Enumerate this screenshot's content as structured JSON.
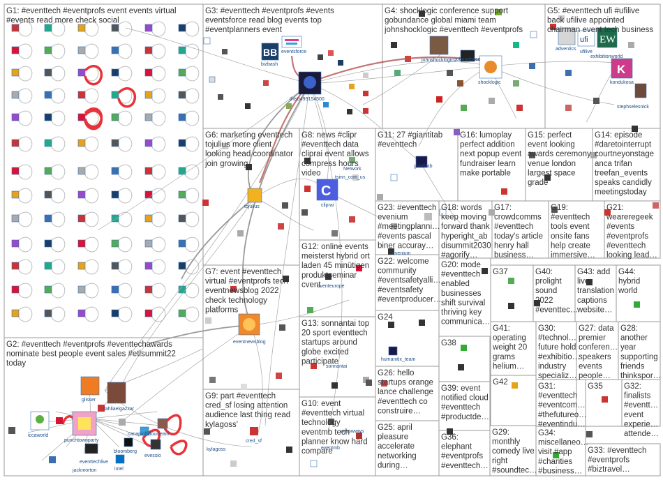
{
  "groups": [
    {
      "id": "G1",
      "lines": [
        "G1: #eventtech #eventprofs event events virtual",
        "#events read more check social"
      ]
    },
    {
      "id": "G2",
      "lines": [
        "G2: #eventtech #eventprofs #eventtechawards",
        "nominate best people event sales #etlsummit22",
        "today"
      ]
    },
    {
      "id": "G3",
      "lines": [
        "G3: #eventtech #eventprofs #events",
        "eventsforce read blog events top",
        "#eventplanners event"
      ]
    },
    {
      "id": "G4",
      "lines": [
        "G4: shocklogic conference support",
        "gobundance global miami team",
        "johnshocklogic #eventtech #eventprofs"
      ]
    },
    {
      "id": "G5",
      "lines": [
        "G5: #eventtech ufi #ufilive",
        "back ufilive appointed",
        "chairman event tech business"
      ]
    },
    {
      "id": "G6",
      "lines": [
        "G6: marketing eventtech",
        "tojulius more client",
        "looking head coordinator",
        "join growing"
      ]
    },
    {
      "id": "G7",
      "lines": [
        "G7: event #eventtech",
        "virtual #eventprofs tech",
        "eventnewsblog 2022",
        "check technology",
        "platforms"
      ]
    },
    {
      "id": "G8",
      "lines": [
        "G8: news #clipr",
        "#eventtech data",
        "cliprai event allows",
        "compress hours",
        "video"
      ]
    },
    {
      "id": "G9",
      "lines": [
        "G9: part #eventtech",
        "cred_sf losing attention",
        "audience last thing read",
        "kylagoss'"
      ]
    },
    {
      "id": "G10",
      "lines": [
        "G10: event",
        "#eventtech virtual",
        "technology",
        "eventmb tech",
        "planner know hard",
        "compare"
      ]
    },
    {
      "id": "G11",
      "lines": [
        "G11: 27 #giantitab",
        "#eventtech"
      ]
    },
    {
      "id": "G12",
      "lines": [
        "G12: online events",
        "meisterst hybrid ort",
        "laden 45 minütigen",
        "produktseminar",
        "cvent"
      ]
    },
    {
      "id": "G13",
      "lines": [
        "G13: sonnantai top",
        "20 sport eventtech",
        "startups around",
        "globe excited",
        "participate"
      ]
    },
    {
      "id": "G14",
      "lines": [
        "G14: episode",
        "#daretointerrupt",
        "courtneyonstage",
        "anca trifan",
        "treefan_events",
        "speaks candidly",
        "meetingstoday"
      ]
    },
    {
      "id": "G15",
      "lines": [
        "G15: perfect",
        "event looking",
        "awards ceremony",
        "venue london",
        "largest space",
        "grade"
      ]
    },
    {
      "id": "G16",
      "lines": [
        "G16: lumoplay",
        "perfect addition",
        "next popup event",
        "fundraiser learn",
        "make portable"
      ]
    },
    {
      "id": "G17",
      "lines": [
        "G17:",
        "crowdcomms",
        "#eventtech",
        "today's article",
        "henry hall",
        "business…"
      ]
    },
    {
      "id": "G18",
      "lines": [
        "G18: words",
        "keep moving",
        "forward thank",
        "hyperight_ab",
        "disummit2030",
        "#agorify…"
      ]
    },
    {
      "id": "G19",
      "lines": [
        "G19:",
        "#eventtech",
        "tools event",
        "onsite fans",
        "help create",
        "immersive…"
      ]
    },
    {
      "id": "G20",
      "lines": [
        "G20: mode",
        "#eventtech",
        "enabled",
        "businesses",
        "shift survival",
        "thriving key",
        "communica…"
      ]
    },
    {
      "id": "G21",
      "lines": [
        "G21:",
        "weareregeek",
        "#events",
        "#eventprofs",
        "#eventtech",
        "looking lead…"
      ]
    },
    {
      "id": "G22",
      "lines": [
        "G22: welcome",
        "community",
        "#eventsafetyalli…",
        "#eventsafety",
        "#eventproducer…"
      ]
    },
    {
      "id": "G23",
      "lines": [
        "G23: #eventtech",
        "evenium",
        "#meetingplanni…",
        "#events pascal",
        "biner accuray…"
      ]
    },
    {
      "id": "G24",
      "lines": [
        "G24"
      ]
    },
    {
      "id": "G25",
      "lines": [
        "G25: april",
        "pleasure",
        "accelerate",
        "networking",
        "during…"
      ]
    },
    {
      "id": "G26",
      "lines": [
        "G26: hello",
        "startups orange",
        "lance challenge",
        "#eventtech co",
        "construire…"
      ]
    },
    {
      "id": "G27",
      "lines": [
        "G27: data",
        "premier",
        "conferen…",
        "speakers",
        "events",
        "people…"
      ]
    },
    {
      "id": "G28",
      "lines": [
        "G28:",
        "another",
        "year",
        "supporting",
        "friends",
        "thinkspor…"
      ]
    },
    {
      "id": "G29",
      "lines": [
        "G29:",
        "monthly",
        "comedy live",
        "right",
        "#soundtec…"
      ]
    },
    {
      "id": "G30",
      "lines": [
        "G30:",
        "#technol…",
        "future hold",
        "#exhibitio…",
        "industry",
        "specializ…"
      ]
    },
    {
      "id": "G31",
      "lines": [
        "G31:",
        "#eventtech",
        "#eventcom…",
        "#thefutureo…",
        "#eventindu…"
      ]
    },
    {
      "id": "G32",
      "lines": [
        "G32:",
        "finalists",
        "#eventt…",
        "event",
        "experie…",
        "attende…"
      ]
    },
    {
      "id": "G33",
      "lines": [
        "G33: #eventtech",
        "#eventprofs",
        "#biztravel…"
      ]
    },
    {
      "id": "G34",
      "lines": [
        "G34:",
        "miscellaneo…",
        "visit #app",
        "#charities",
        "#business…"
      ]
    },
    {
      "id": "G35",
      "lines": [
        "G35"
      ]
    },
    {
      "id": "G36",
      "lines": [
        "G36:",
        "elephant",
        "#eventprofs",
        "#eventtech…"
      ]
    },
    {
      "id": "G37",
      "lines": [
        "G37"
      ]
    },
    {
      "id": "G38",
      "lines": [
        "G38"
      ]
    },
    {
      "id": "G39",
      "lines": [
        "G39: event",
        "notified cloud",
        "#eventtech",
        "#productde…"
      ]
    },
    {
      "id": "G40",
      "lines": [
        "G40:",
        "prolight",
        "sound",
        "2022",
        "#eventtec…"
      ]
    },
    {
      "id": "G41",
      "lines": [
        "G41:",
        "operating",
        "weight 20",
        "grams",
        "helium…"
      ]
    },
    {
      "id": "G42",
      "lines": [
        "G42"
      ]
    },
    {
      "id": "G43",
      "lines": [
        "G43: add",
        "live",
        "translation",
        "captions",
        "website…"
      ]
    },
    {
      "id": "G44",
      "lines": [
        "G44:",
        "hybrid",
        "world"
      ]
    }
  ],
  "node_labels": {
    "bizbash": "bizbash",
    "eventsforce": "eventsforce",
    "this0499154500": "this0499154500",
    "johnshocklogic": "johnshocklogic",
    "gobundance": "gobundance",
    "shocklogic": "shocklogic",
    "adventics": "adventics",
    "ufilive": "ufilive",
    "exhibitionworld": "exhibitionworld",
    "kondukosa": "kondukosa",
    "stephselesnick": "stephselesnick",
    "tojulius": "tojulius",
    "cliprai": "cliprai",
    "tsinn_com_us": "tsinn_com_us",
    "network": "Network",
    "giantitab": "giantitab",
    "evenium": "evenium",
    "eventnewsblog": "eventnewsblog",
    "glisser": "glisser",
    "dahliaelgazzar": "dahliaelgazzar",
    "iccaworld": "iccaworld",
    "punchtownparty": "punchtownparty",
    "canapioffic": "canapioffic",
    "elouiseain": "elouiseain",
    "bloomberg": "bloomberg",
    "eventtechlive": "eventtechlive",
    "evessio": "evessio",
    "jackmorton": "jackmorton",
    "intel": "intel",
    "cred_sf": "cred_sf",
    "kylagoss": "kylagoss",
    "humanitix_team": "humanitix_team",
    "sonnantai": "sonnantai",
    "cvent_de": "cventeurope",
    "eventmb": "eventmb",
    "nosswwws": "nosswwws"
  },
  "colors": {
    "edge": "#a7a7a7",
    "selfloop_strong": "#e8323a",
    "group_border": "#9a9a9a",
    "node_label": "#1e4f86",
    "group_label": "#333333"
  }
}
